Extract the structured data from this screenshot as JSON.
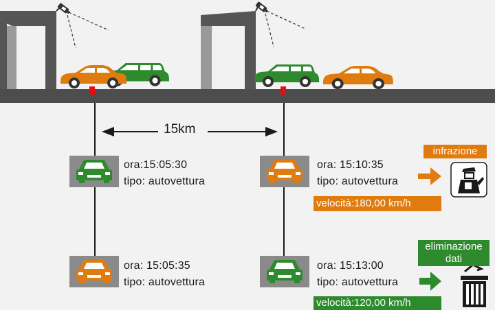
{
  "distance_label": "15km",
  "records": [
    {
      "time": "ora:15:05:30",
      "type": "tipo: autovettura"
    },
    {
      "time": "ora: 15:10:35",
      "type": "tipo: autovettura"
    },
    {
      "time": "ora: 15:05:35",
      "type": "tipo: autovettura"
    },
    {
      "time": "ora: 15:13:00",
      "type": "tipo: autovettura"
    }
  ],
  "speed_labels": {
    "violation": "velocità:180,00 km/h",
    "ok": "velocità:120,00 km/h"
  },
  "outcomes": {
    "violation": "infrazione",
    "ok_line1": "eliminazione",
    "ok_line2": "dati"
  },
  "colors": {
    "orange": "#e07b10",
    "green": "#2d8a2d",
    "road": "#4d4d4d",
    "gantry": "#555555",
    "thumb_bg": "#8a8a8a"
  },
  "icons": [
    "camera-icon",
    "police-officer-icon",
    "trash-bin-icon",
    "arrow-right-icon"
  ]
}
